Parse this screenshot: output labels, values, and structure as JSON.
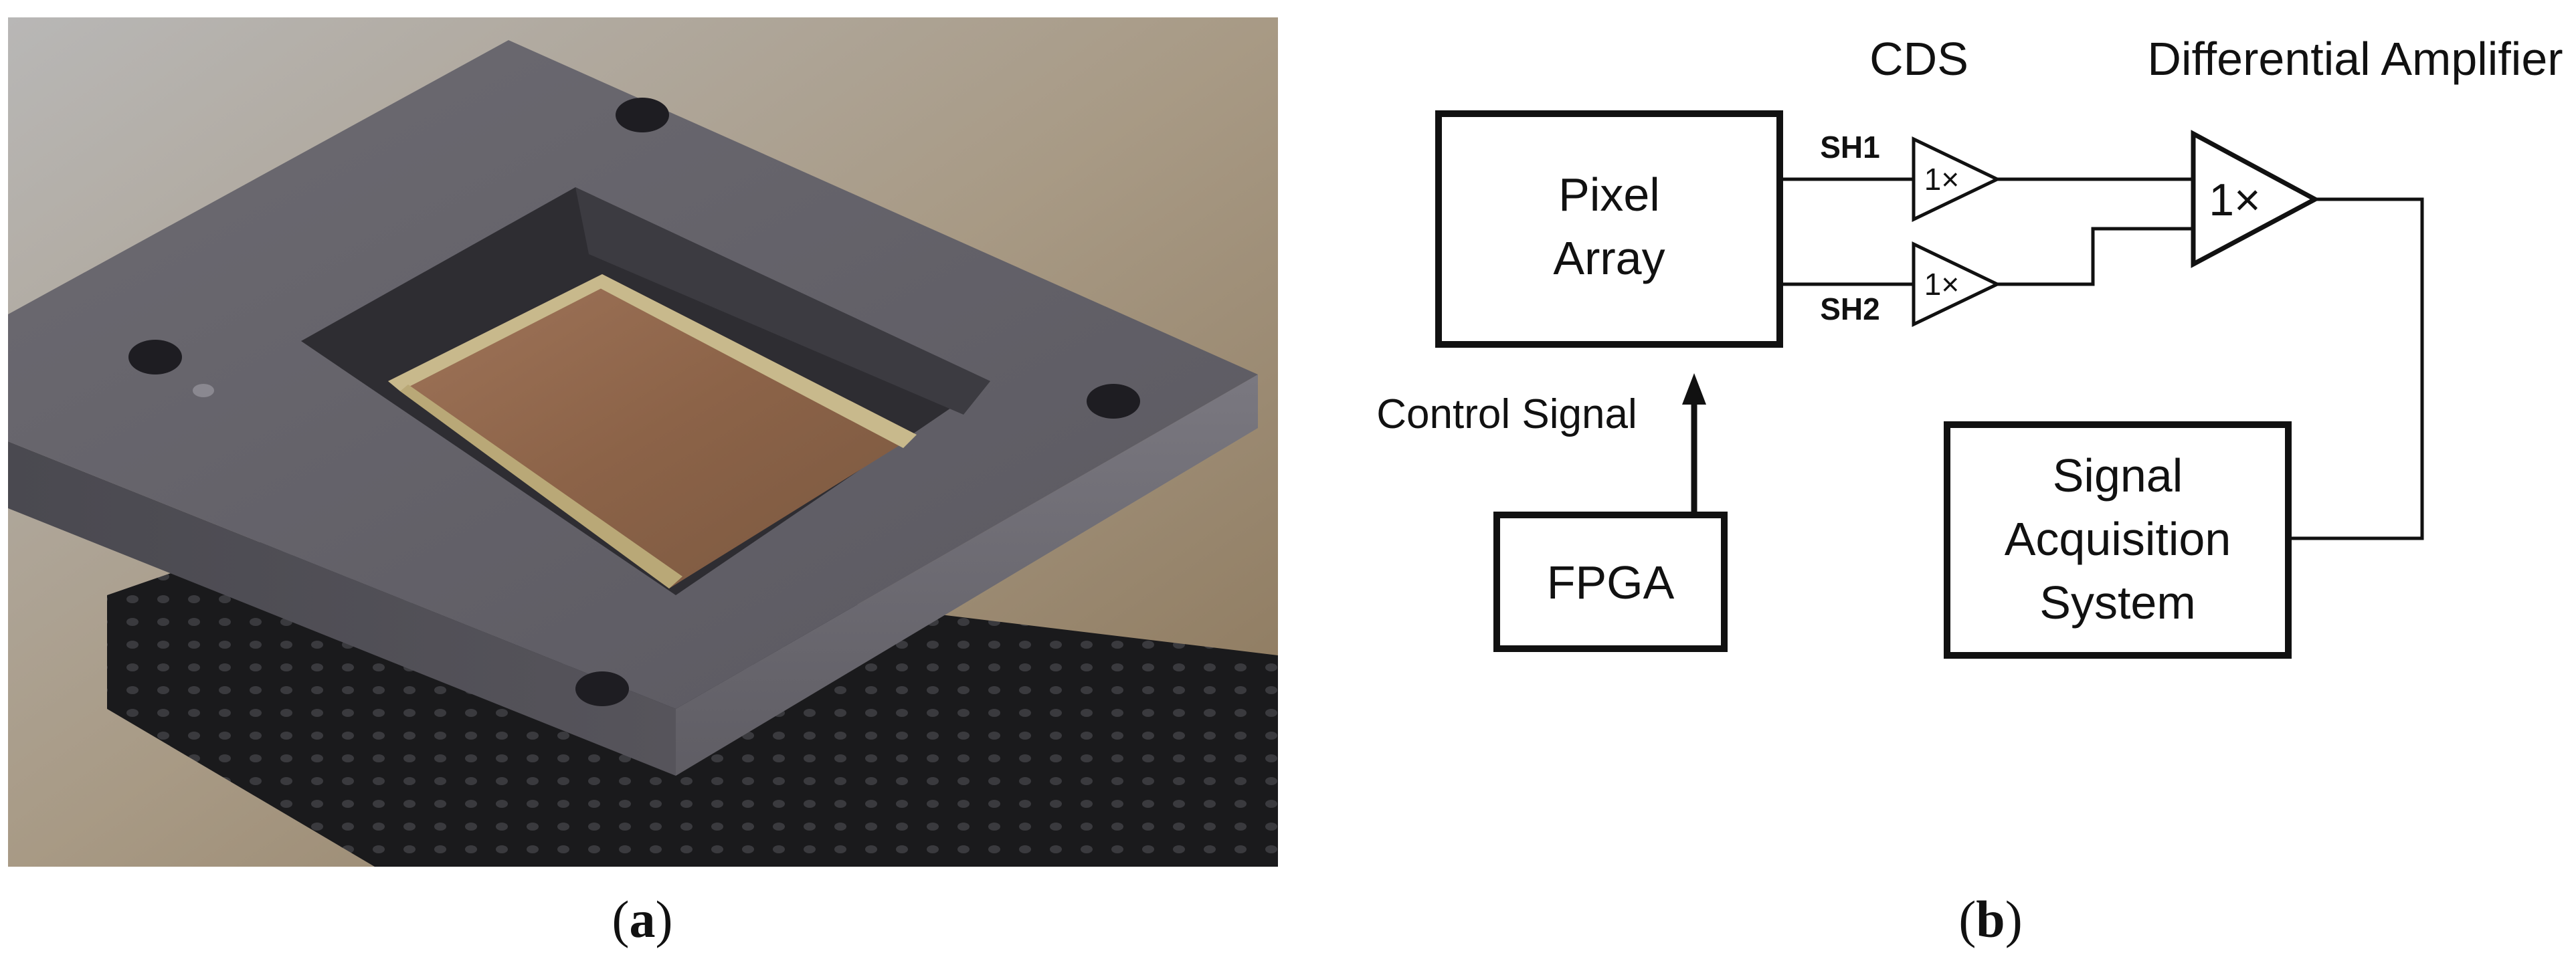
{
  "panel_a": {
    "caption_letter": "a",
    "photo_subject": "pixel-sensor-chip-in-package"
  },
  "panel_b": {
    "caption_letter": "b",
    "labels": {
      "cds": "CDS",
      "differential_amplifier": "Differential Amplifier",
      "pixel_array_line1": "Pixel",
      "pixel_array_line2": "Array",
      "sh1": "SH1",
      "sh2": "SH2",
      "buffer1": "1×",
      "buffer2": "1×",
      "diff_amp_gain": "1×",
      "control_signal": "Control Signal",
      "fpga": "FPGA",
      "signal_acq_line1": "Signal",
      "signal_acq_line2": "Acquisition",
      "signal_acq_line3": "System"
    }
  }
}
